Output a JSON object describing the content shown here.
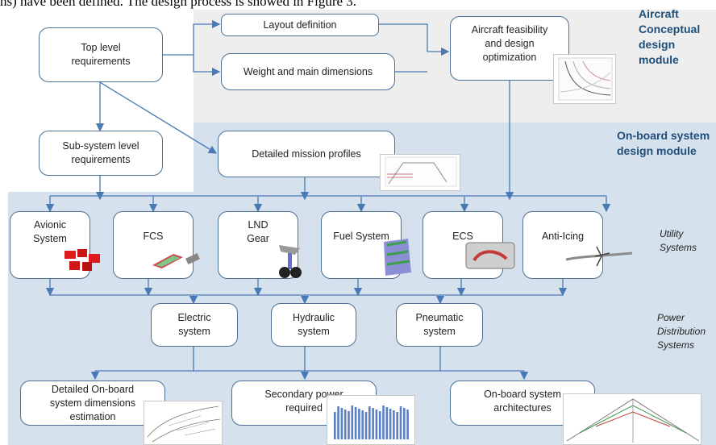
{
  "header_text": "ns) have been defined. The design process is showed in Figure 3.",
  "modules": {
    "conceptual": "Aircraft\nConceptual\ndesign module",
    "onboard": "On-board system\ndesign module"
  },
  "side_labels": {
    "utility": "Utility\nSystems",
    "power": "Power\nDistribution\nSystems"
  },
  "boxes": {
    "top_level": "Top level\nrequirements",
    "layout": "Layout definition",
    "weight": "Weight and main dimensions",
    "feasibility": "Aircraft feasibility\nand design\noptimization",
    "subsystem": "Sub-system level\nrequirements",
    "mission": "Detailed mission profiles",
    "avionic": "Avionic\nSystem",
    "fcs": "FCS",
    "lnd": "LND\nGear",
    "fuel": "Fuel System",
    "ecs": "ECS",
    "anti_icing": "Anti-Icing",
    "electric": "Electric\nsystem",
    "hydraulic": "Hydraulic\nsystem",
    "pneumatic": "Pneumatic\nsystem",
    "dimensions": "Detailed On-board\nsystem dimensions\nestimation",
    "secondary": "Secondary power\nrequired",
    "architectures": "On-board system\narchitectures"
  },
  "colors": {
    "arrow": "#4a7ab5",
    "box_border": "#4a6f92",
    "module_text": "#1f4e79",
    "region_blue": "#d6e1ee",
    "region_grey": "#eeeeee"
  }
}
